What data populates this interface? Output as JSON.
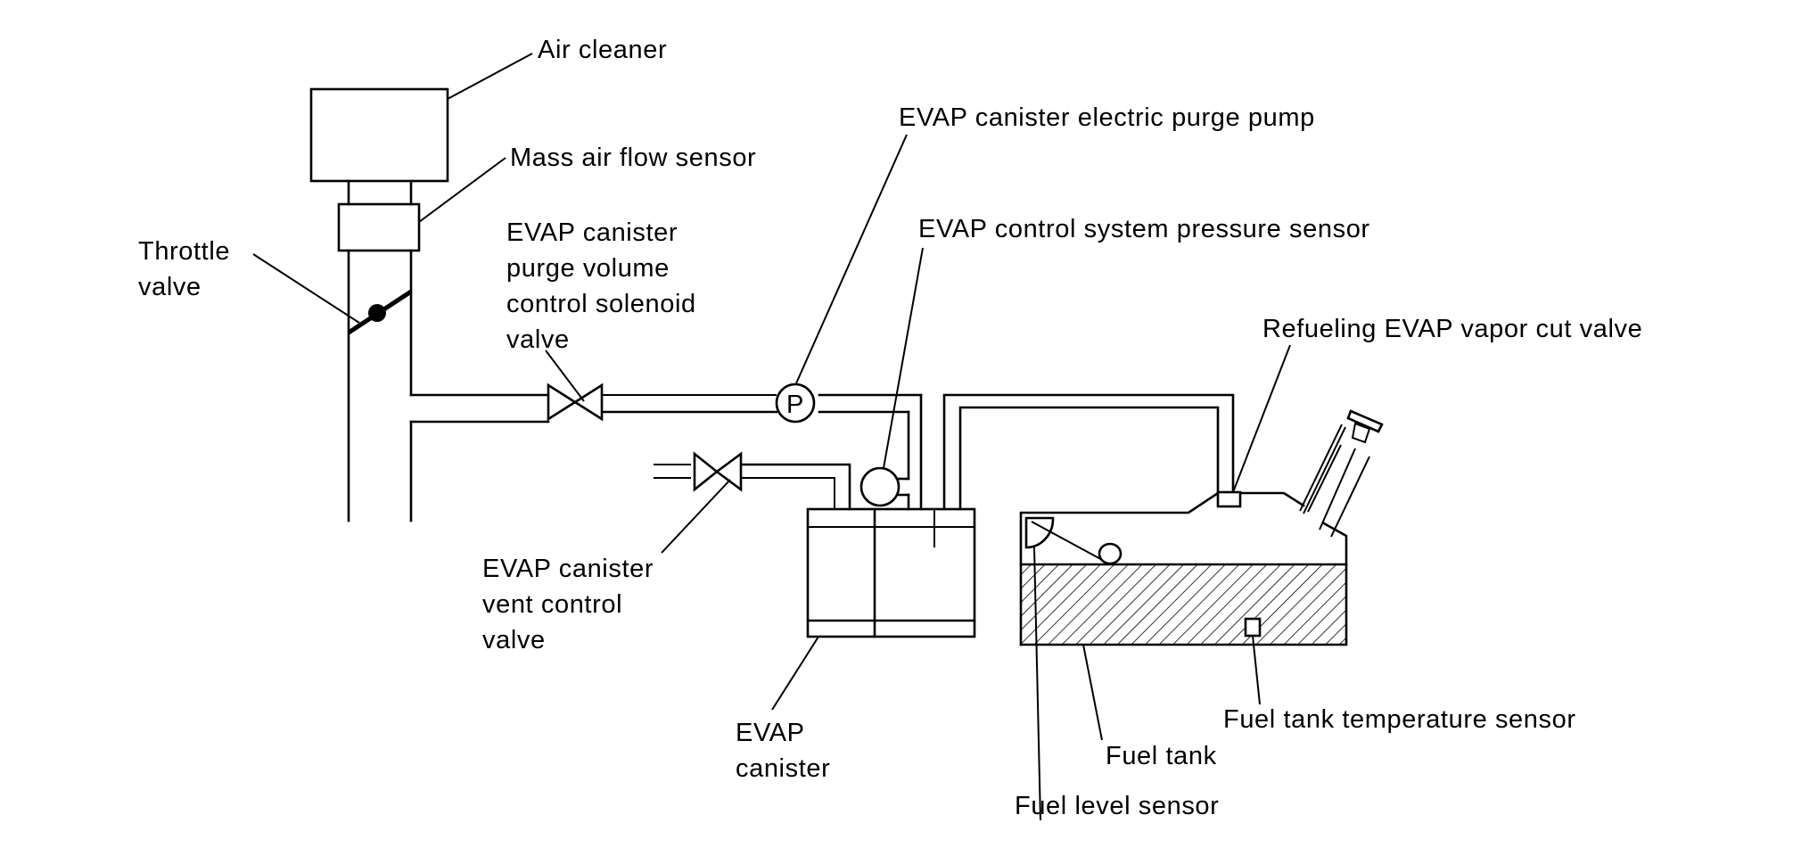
{
  "diagram": {
    "title": "EVAP control system diagram",
    "background_color": "#ffffff",
    "line_color": "#000000",
    "pump_symbol_letter": "P",
    "labels": {
      "air_cleaner": [
        "Air cleaner"
      ],
      "mass_air_flow_sensor": [
        "Mass air flow sensor"
      ],
      "throttle_valve": [
        "Throttle",
        "valve"
      ],
      "purge_volume_control_solenoid_valve": [
        "EVAP canister",
        "purge volume",
        "control solenoid",
        "valve"
      ],
      "electric_purge_pump": [
        "EVAP canister electric purge pump"
      ],
      "pressure_sensor": [
        "EVAP control system pressure sensor"
      ],
      "refueling_vapor_cut_valve": [
        "Refueling EVAP vapor cut valve"
      ],
      "vent_control_valve": [
        "EVAP canister",
        "vent control",
        "valve"
      ],
      "evap_canister": [
        "EVAP",
        "canister"
      ],
      "fuel_tank_temperature_sensor": [
        "Fuel tank temperature sensor"
      ],
      "fuel_tank": [
        "Fuel tank"
      ],
      "fuel_level_sensor": [
        "Fuel level sensor"
      ]
    }
  }
}
